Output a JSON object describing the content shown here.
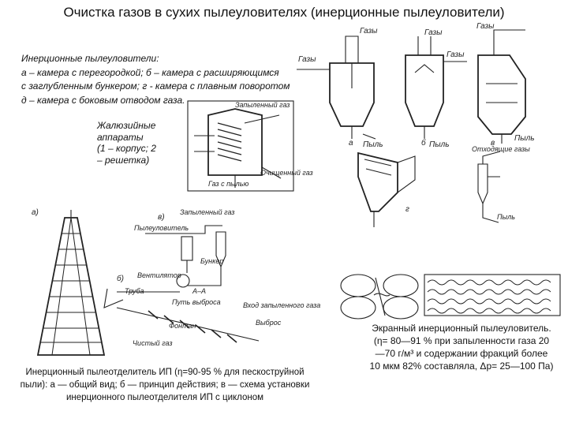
{
  "page": {
    "title": "Очистка газов в сухих пылеуловителях (инерционные пылеуловители)"
  },
  "intro": {
    "lines": [
      "Инерционные пылеуловители:",
      "а – камера с перегородкой; б – камера  с расширяющимся",
      "с заглубленным бункером; г -  камера с плавным поворотом",
      "д – камера с боковым отводом газа."
    ]
  },
  "louver": {
    "caption_lines": [
      "Жалюзийные",
      "аппараты",
      "(1 – корпус;   2",
      "– решетка)"
    ],
    "labels": [
      "Запыленный газ",
      "Очищенный газ",
      "Газ с пылью"
    ]
  },
  "chambers": {
    "gas_in": "Газы",
    "gas_out": "Газы",
    "dust": "Пыль",
    "variants": [
      "а",
      "б",
      "в",
      "г"
    ],
    "side_labels": [
      "Отходящие газы",
      "Пыль"
    ]
  },
  "screen_separator": {
    "caption_lines": [
      "Экранный инерционный пылеуловитель.",
      "(η= 80—91 % при запыленности газа 20",
      "—70 г/м³ и содержании фракций более",
      "10 мкм 82% составляла, Δр= 25—100 Па)"
    ]
  },
  "ip_separator": {
    "variant_labels": [
      "а)",
      "в)",
      "б)"
    ],
    "labels": [
      "Запыленный газ",
      "Пылеуловитель",
      "Бункер",
      "Вентилятор",
      "Труба",
      "Путь выброса",
      "Фонтан",
      "Чистый газ",
      "Вход запыленного газа",
      "Выброс",
      "А–А"
    ],
    "caption_lines": [
      "Инерционный пылеотделитель ИП (η=90-95 % для пескоструйной",
      "пыли): а — общий вид; б — принцип действия; в — схема установки",
      "инерционного пылеотделителя ИП с циклоном"
    ]
  }
}
